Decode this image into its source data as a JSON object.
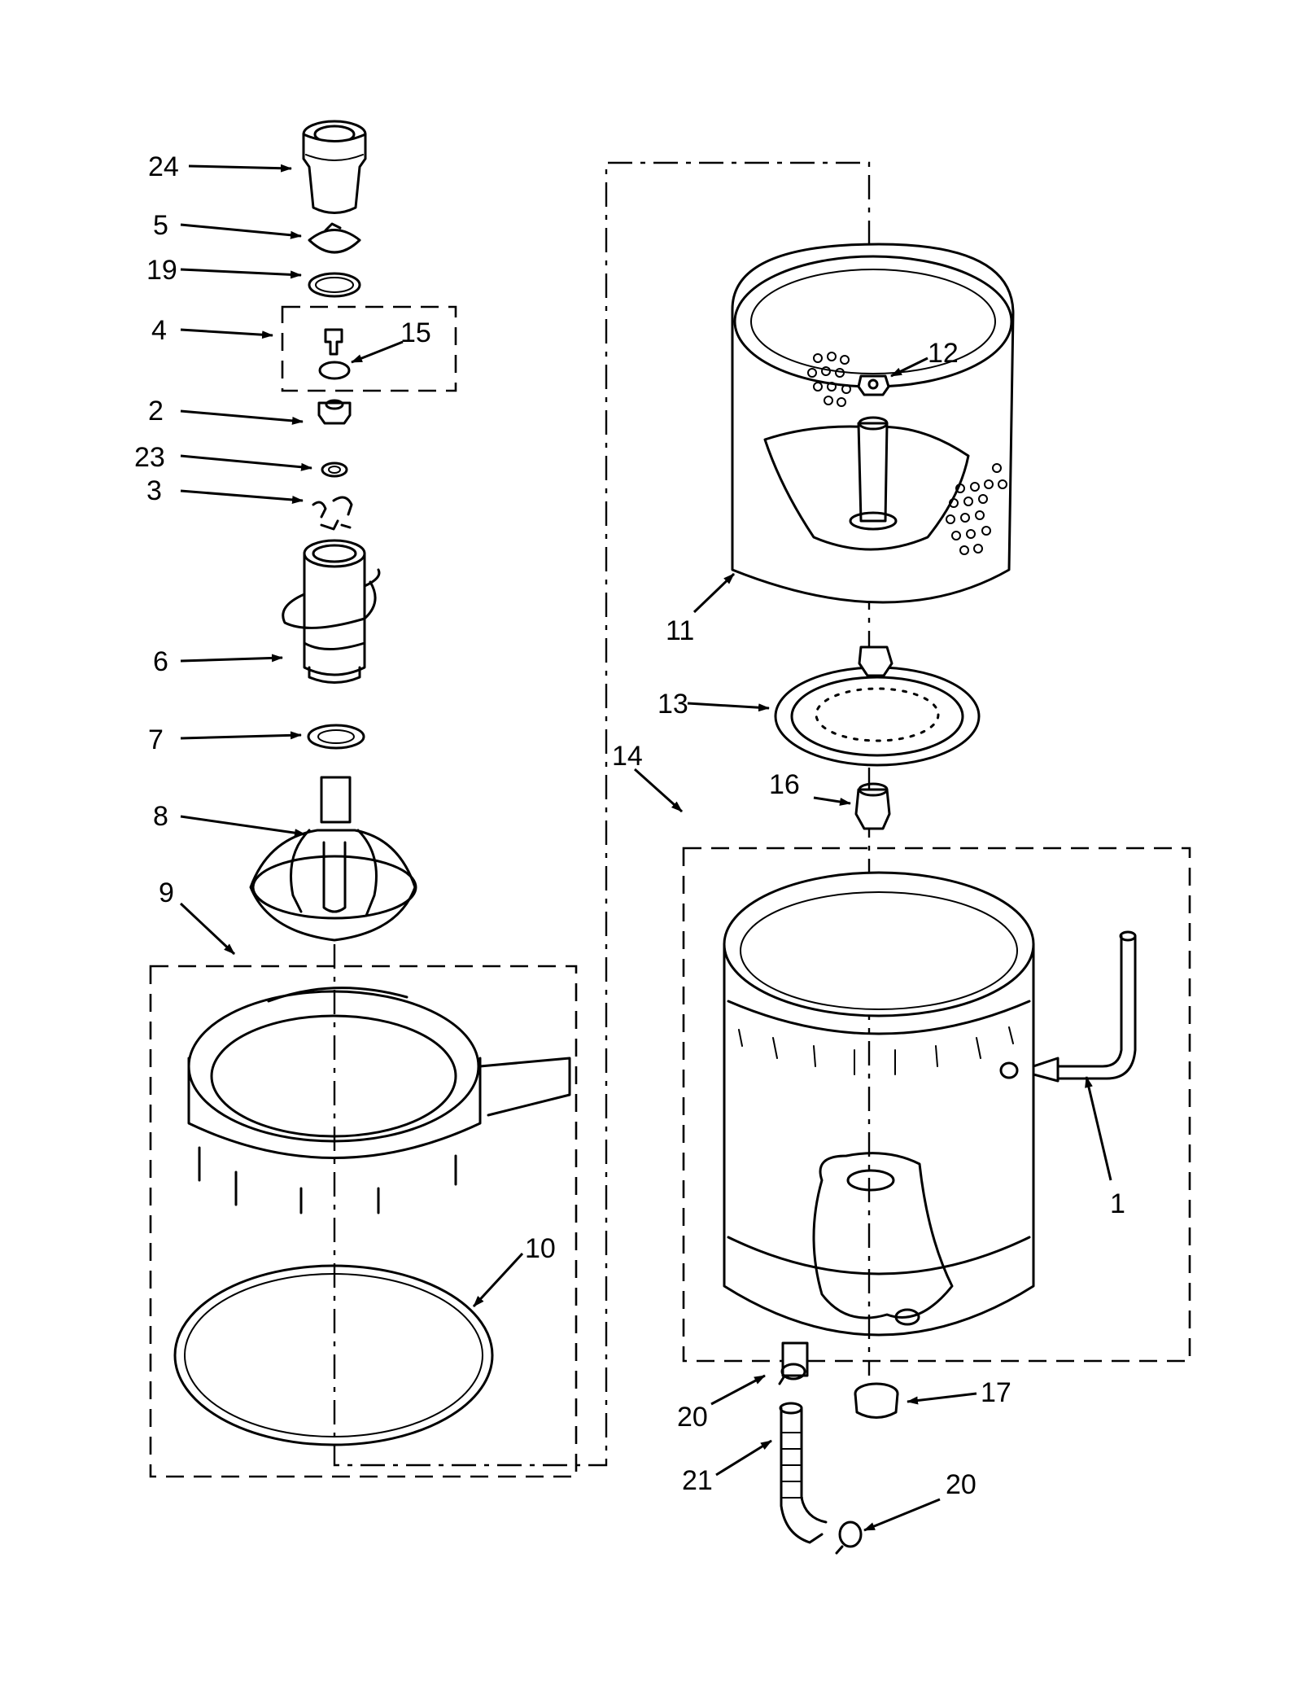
{
  "callouts": [
    "24",
    "5",
    "19",
    "4",
    "15",
    "2",
    "23",
    "3",
    "6",
    "7",
    "8",
    "9",
    "10",
    "11",
    "12",
    "13",
    "14",
    "16",
    "1",
    "17",
    "20",
    "21",
    "20"
  ]
}
